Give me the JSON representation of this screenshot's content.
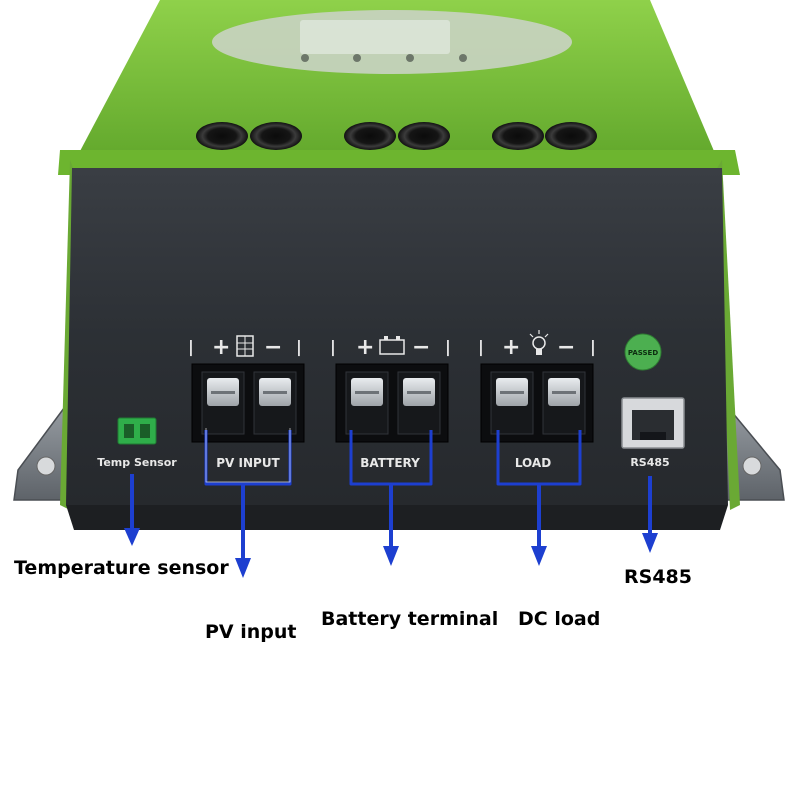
{
  "device": {
    "panel_labels": {
      "temp_sensor": "Temp Sensor",
      "pv_input": "PV INPUT",
      "battery": "BATTERY",
      "load": "LOAD",
      "rs485": "RS485",
      "passed_sticker": "PASSED"
    },
    "terminal_marks": {
      "plus": "+",
      "minus": "−",
      "separator": "|"
    },
    "colors": {
      "body_green": "#7dc23a",
      "panel_dark": "#2f3338",
      "callout_blue": "#1d3fd0",
      "passed_green": "#4caf50"
    }
  },
  "callouts": {
    "temperature_sensor": "Temperature sensor",
    "pv_input": "PV input",
    "battery_terminal": "Battery terminal",
    "dc_load": "DC load",
    "rs485": "RS485"
  }
}
